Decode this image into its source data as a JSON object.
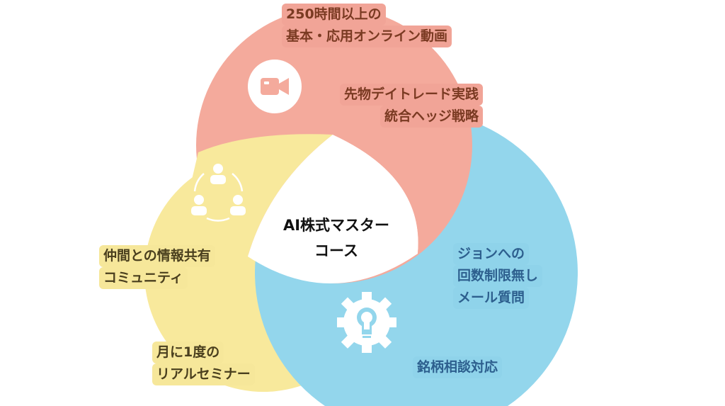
{
  "title": {
    "line1": "AI株式マスター",
    "line2": "コース"
  },
  "red_section": {
    "color": "#f4aa9c",
    "icon": "video-camera-icon",
    "label1": [
      "250時間以上の",
      "基本・応用オンライン動画"
    ],
    "label2": [
      "先物デイトレード実践",
      "統合ヘッジ戦略"
    ]
  },
  "yellow_section": {
    "color": "#f8e99c",
    "icon": "community-people-icon",
    "label1": [
      "仲間との情報共有",
      "コミュニティ"
    ],
    "label2": [
      "月に1度の",
      "リアルセミナー"
    ]
  },
  "blue_section": {
    "color": "#93d6ec",
    "icon": "gear-lightbulb-icon",
    "label1": [
      "ジョンへの",
      "回数制限無し",
      "メール質問"
    ],
    "label2": [
      "銘柄相談対応"
    ]
  }
}
